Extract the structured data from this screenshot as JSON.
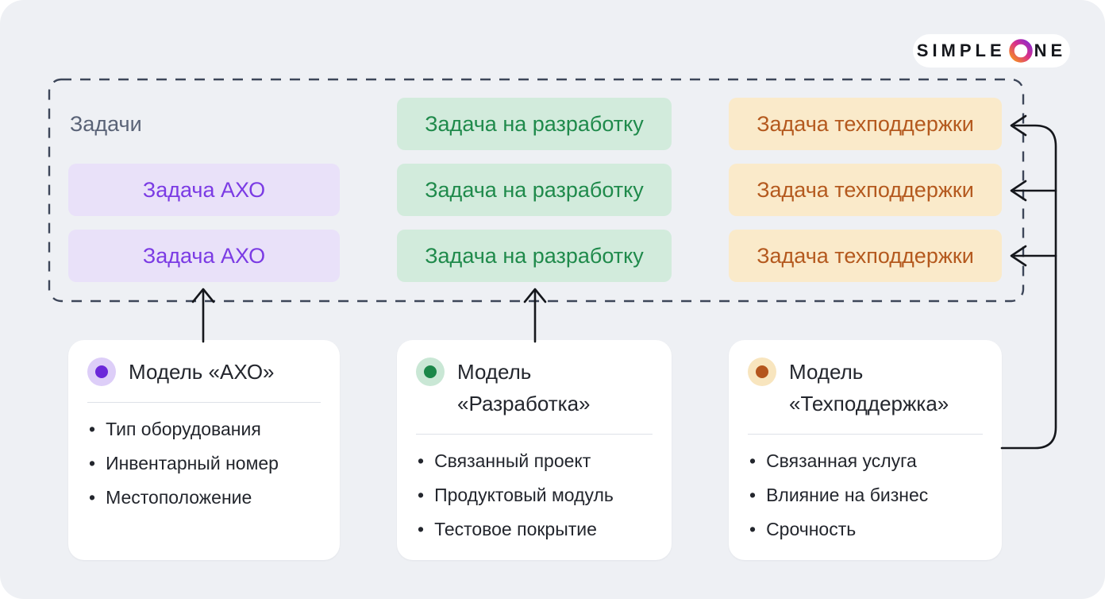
{
  "logo": {
    "part1": "SIMPLE",
    "part2": "NE",
    "o_icon": "gradient-ring-o"
  },
  "tasks": {
    "label": "Задачи",
    "columns": [
      {
        "name": "АХО",
        "chip_label": "Задача АХО",
        "chip_bg": "#E9E1F9",
        "chip_fg": "#7B3BE4"
      },
      {
        "name": "Разработка",
        "chip_label": "Задача на разработку",
        "chip_bg": "#D2EBDC",
        "chip_fg": "#1F8A4B"
      },
      {
        "name": "Техподдержка",
        "chip_label": "Задача техподдержки",
        "chip_bg": "#FAEACA",
        "chip_fg": "#B4591E"
      }
    ]
  },
  "models": [
    {
      "title": "Модель «АХО»",
      "dot_color": "#6B28D9",
      "dot_halo": "#DDCEF8",
      "items": [
        "Тип оборудования",
        "Инвентарный номер",
        "Местоположение"
      ]
    },
    {
      "title": "Модель «Разработка»",
      "dot_color": "#1B8749",
      "dot_halo": "#C9E7D5",
      "items": [
        "Связанный проект",
        "Продуктовый модуль",
        "Тестовое покрытие"
      ]
    },
    {
      "title": "Модель «Техподдержка»",
      "dot_color": "#B4551C",
      "dot_halo": "#F8E5BE",
      "items": [
        "Связанная услуга",
        "Влияние на бизнес",
        "Срочность"
      ]
    }
  ],
  "colors": {
    "canvas_bg": "#EEF0F4",
    "dashed_border": "#3D4659",
    "arrow": "#15171C",
    "card_bg": "#FFFFFF",
    "text_primary": "#23262D",
    "tasks_label": "#5A6377"
  }
}
